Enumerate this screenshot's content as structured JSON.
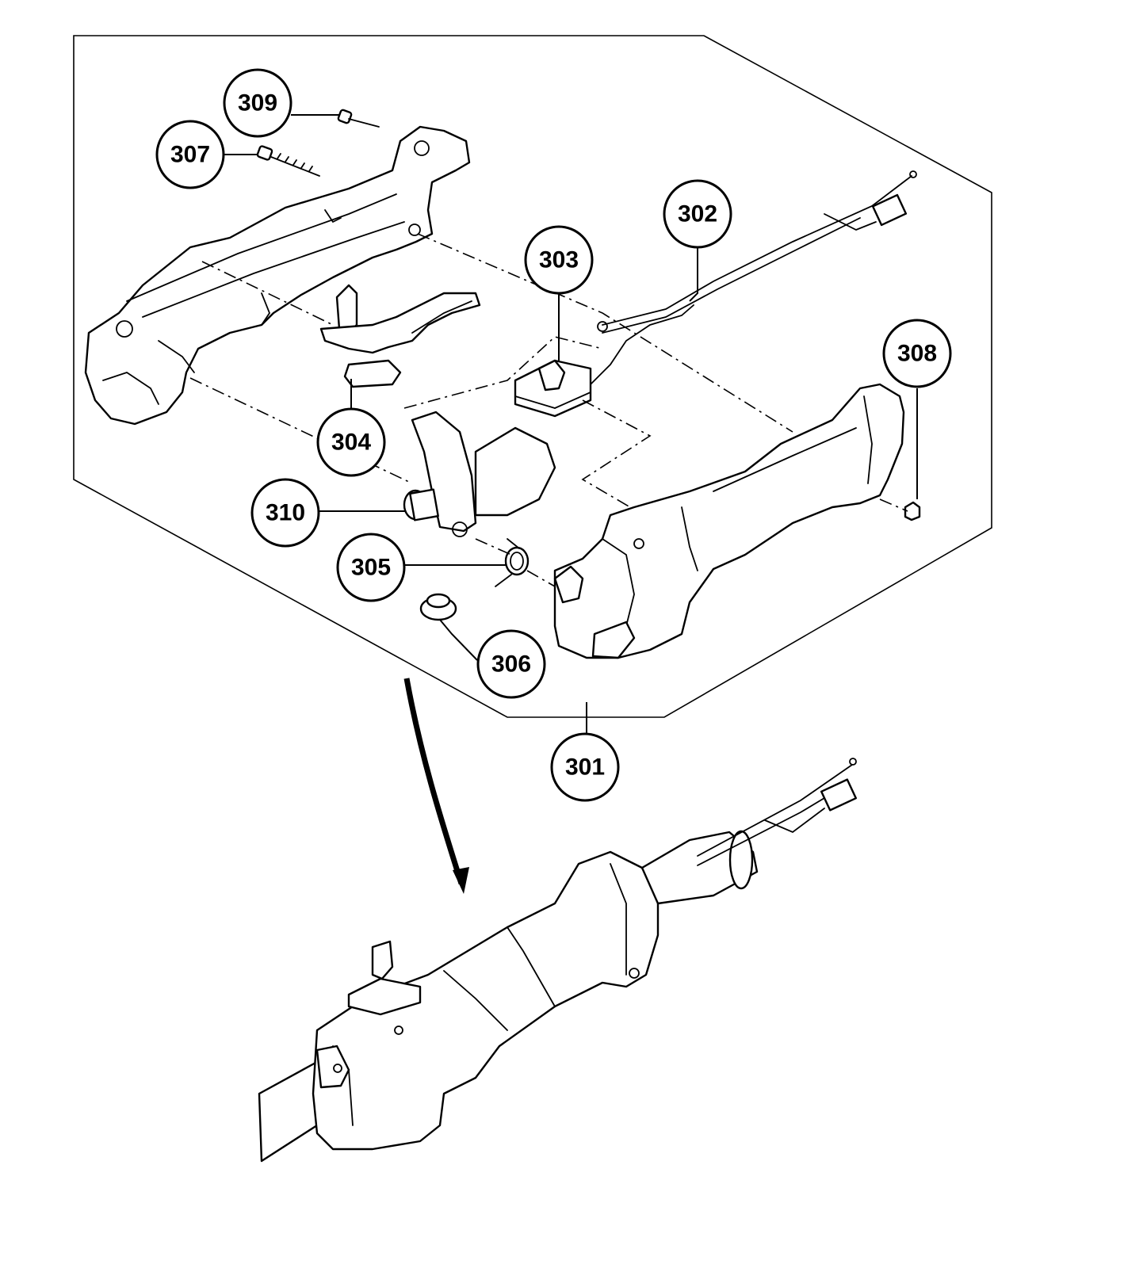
{
  "callouts": [
    {
      "id": "309",
      "label": "309"
    },
    {
      "id": "307",
      "label": "307"
    },
    {
      "id": "302",
      "label": "302"
    },
    {
      "id": "303",
      "label": "303"
    },
    {
      "id": "308",
      "label": "308"
    },
    {
      "id": "304",
      "label": "304"
    },
    {
      "id": "310",
      "label": "310"
    },
    {
      "id": "305",
      "label": "305"
    },
    {
      "id": "306",
      "label": "306"
    },
    {
      "id": "301",
      "label": "301"
    }
  ],
  "colors": {
    "ink": "#000000",
    "paper": "#ffffff"
  }
}
